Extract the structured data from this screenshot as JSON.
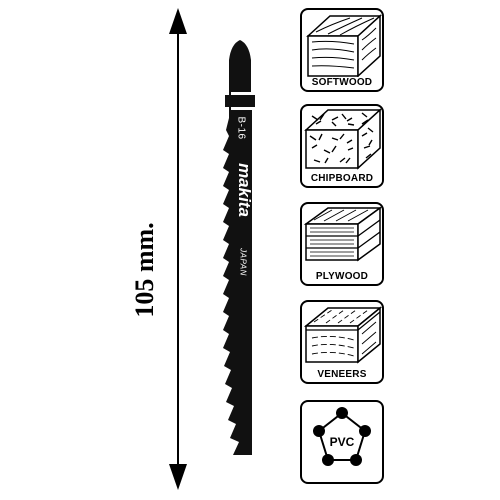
{
  "dimension": {
    "label": "105 mm."
  },
  "blade": {
    "code": "B-16",
    "brand": "makita",
    "origin": "JAPAN",
    "color": "#111111"
  },
  "materials": [
    {
      "label": "SOFTWOOD",
      "icon": "softwood-icon"
    },
    {
      "label": "CHIPBOARD",
      "icon": "chipboard-icon"
    },
    {
      "label": "PLYWOOD",
      "icon": "plywood-icon"
    },
    {
      "label": "VENEERS",
      "icon": "veneers-icon"
    },
    {
      "label": "PVC",
      "icon": "pvc-icon"
    }
  ]
}
